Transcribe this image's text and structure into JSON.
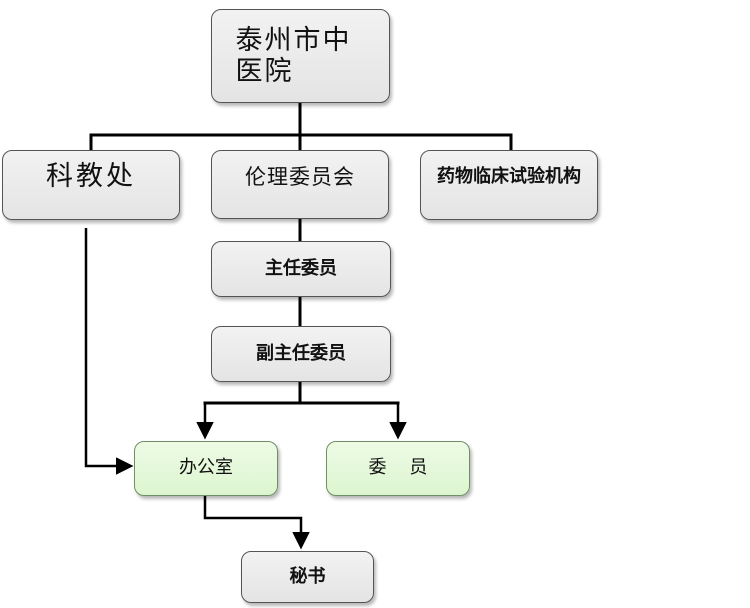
{
  "diagram": {
    "nodes": {
      "hospital": {
        "label": "泰州市中医院"
      },
      "science_education": {
        "label": "科教处"
      },
      "ethics_committee": {
        "label": "伦理委员会"
      },
      "clinical_trial_institution": {
        "label": "药物临床试验机构"
      },
      "chair": {
        "label": "主任委员"
      },
      "vice_chair": {
        "label": "副主任委员"
      },
      "office": {
        "label": "办公室"
      },
      "member": {
        "label": "委    员"
      },
      "secretary": {
        "label": "秘书"
      }
    },
    "edges": [
      {
        "from": "hospital",
        "to": "science_education"
      },
      {
        "from": "hospital",
        "to": "ethics_committee"
      },
      {
        "from": "hospital",
        "to": "clinical_trial_institution"
      },
      {
        "from": "ethics_committee",
        "to": "chair"
      },
      {
        "from": "chair",
        "to": "vice_chair"
      },
      {
        "from": "vice_chair",
        "to": "office",
        "arrow": true
      },
      {
        "from": "vice_chair",
        "to": "member",
        "arrow": true
      },
      {
        "from": "science_education",
        "to": "office",
        "arrow": true
      },
      {
        "from": "office",
        "to": "secretary",
        "arrow": true
      }
    ],
    "colors": {
      "node_fill": "#e6e6e6",
      "office_member_fill": "#dff5d2",
      "line": "#000000"
    }
  }
}
